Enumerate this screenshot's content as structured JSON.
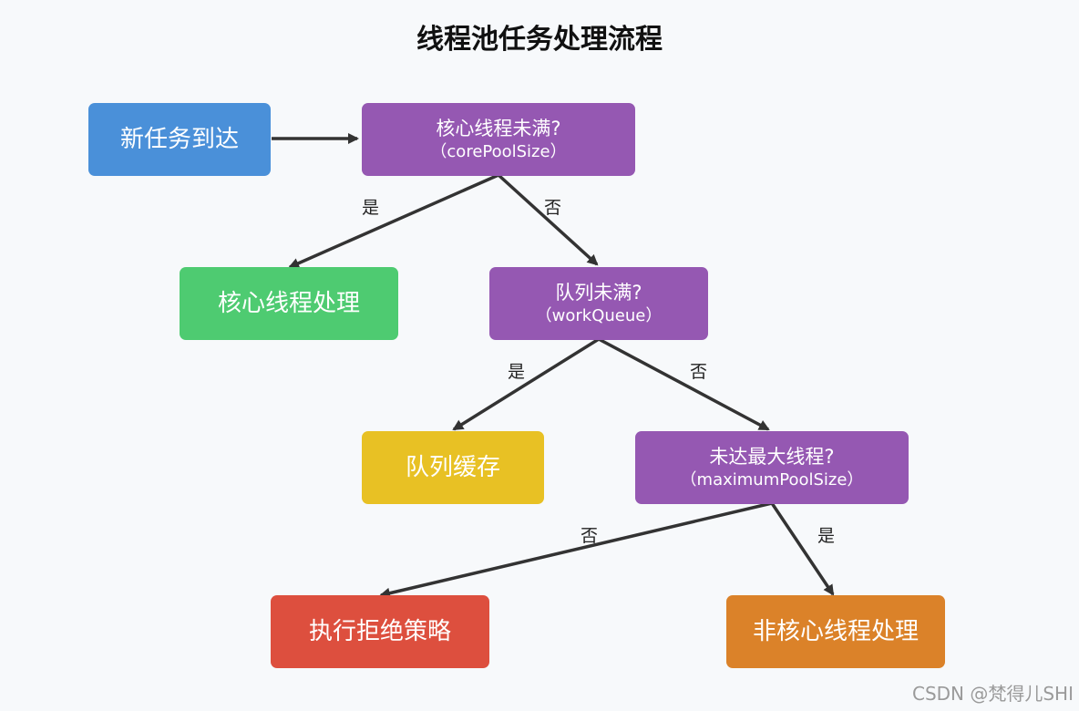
{
  "title": "线程池任务处理流程",
  "nodes": {
    "start": {
      "label": "新任务到达",
      "color": "#4a90d9"
    },
    "core_check": {
      "label": "核心线程未满?",
      "sub": "（corePoolSize）",
      "color": "#9558b2"
    },
    "core_process": {
      "label": "核心线程处理",
      "color": "#4ecb71"
    },
    "queue_check": {
      "label": "队列未满?",
      "sub": "（workQueue）",
      "color": "#9558b2"
    },
    "queue_cache": {
      "label": "队列缓存",
      "color": "#e8c124"
    },
    "max_check": {
      "label": "未达最大线程?",
      "sub": "（maximumPoolSize）",
      "color": "#9558b2"
    },
    "reject": {
      "label": "执行拒绝策略",
      "color": "#dd4f3e"
    },
    "noncore_process": {
      "label": "非核心线程处理",
      "color": "#db8229"
    }
  },
  "edge_labels": {
    "core_yes": "是",
    "core_no": "否",
    "queue_yes": "是",
    "queue_no": "否",
    "max_no": "否",
    "max_yes": "是"
  },
  "watermark": "CSDN @梵得儿SHI"
}
